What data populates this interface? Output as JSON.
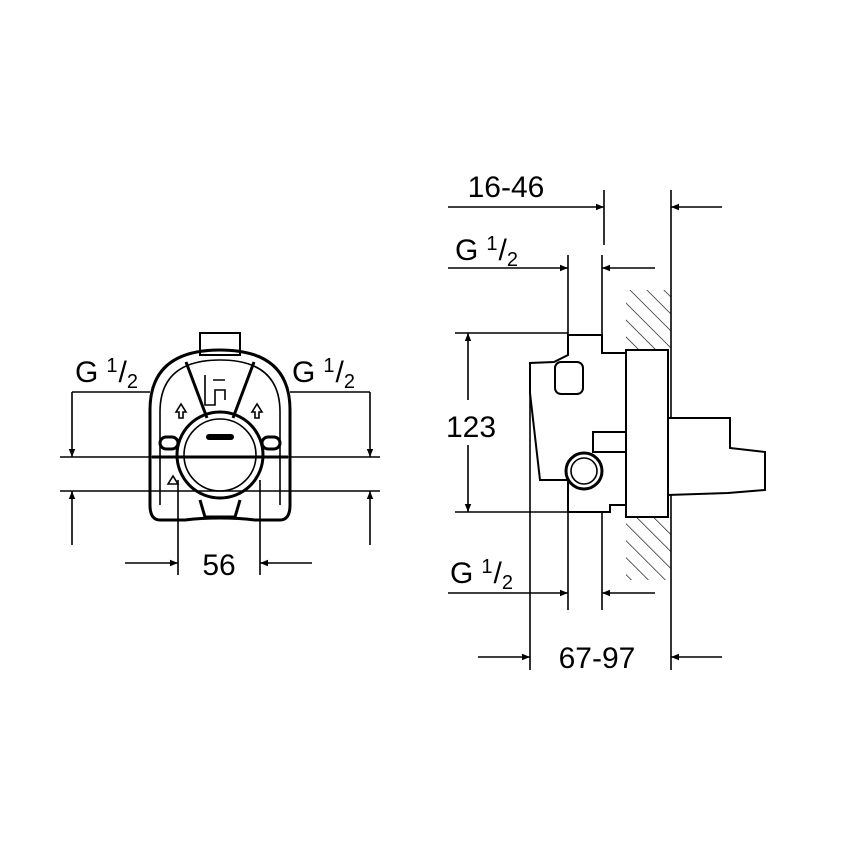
{
  "front_view": {
    "label_left": {
      "main": "G",
      "sup": "1",
      "sub": "2"
    },
    "label_right": {
      "main": "G",
      "sup": "1",
      "sub": "2"
    },
    "width_dim": "56"
  },
  "side_view": {
    "depth_dim_top": "16-46",
    "label_top": {
      "main": "G",
      "sup": "1",
      "sub": "2"
    },
    "height_dim": "123",
    "label_bottom": {
      "main": "G",
      "sup": "1",
      "sub": "2"
    },
    "depth_dim_bottom": "67-97"
  }
}
